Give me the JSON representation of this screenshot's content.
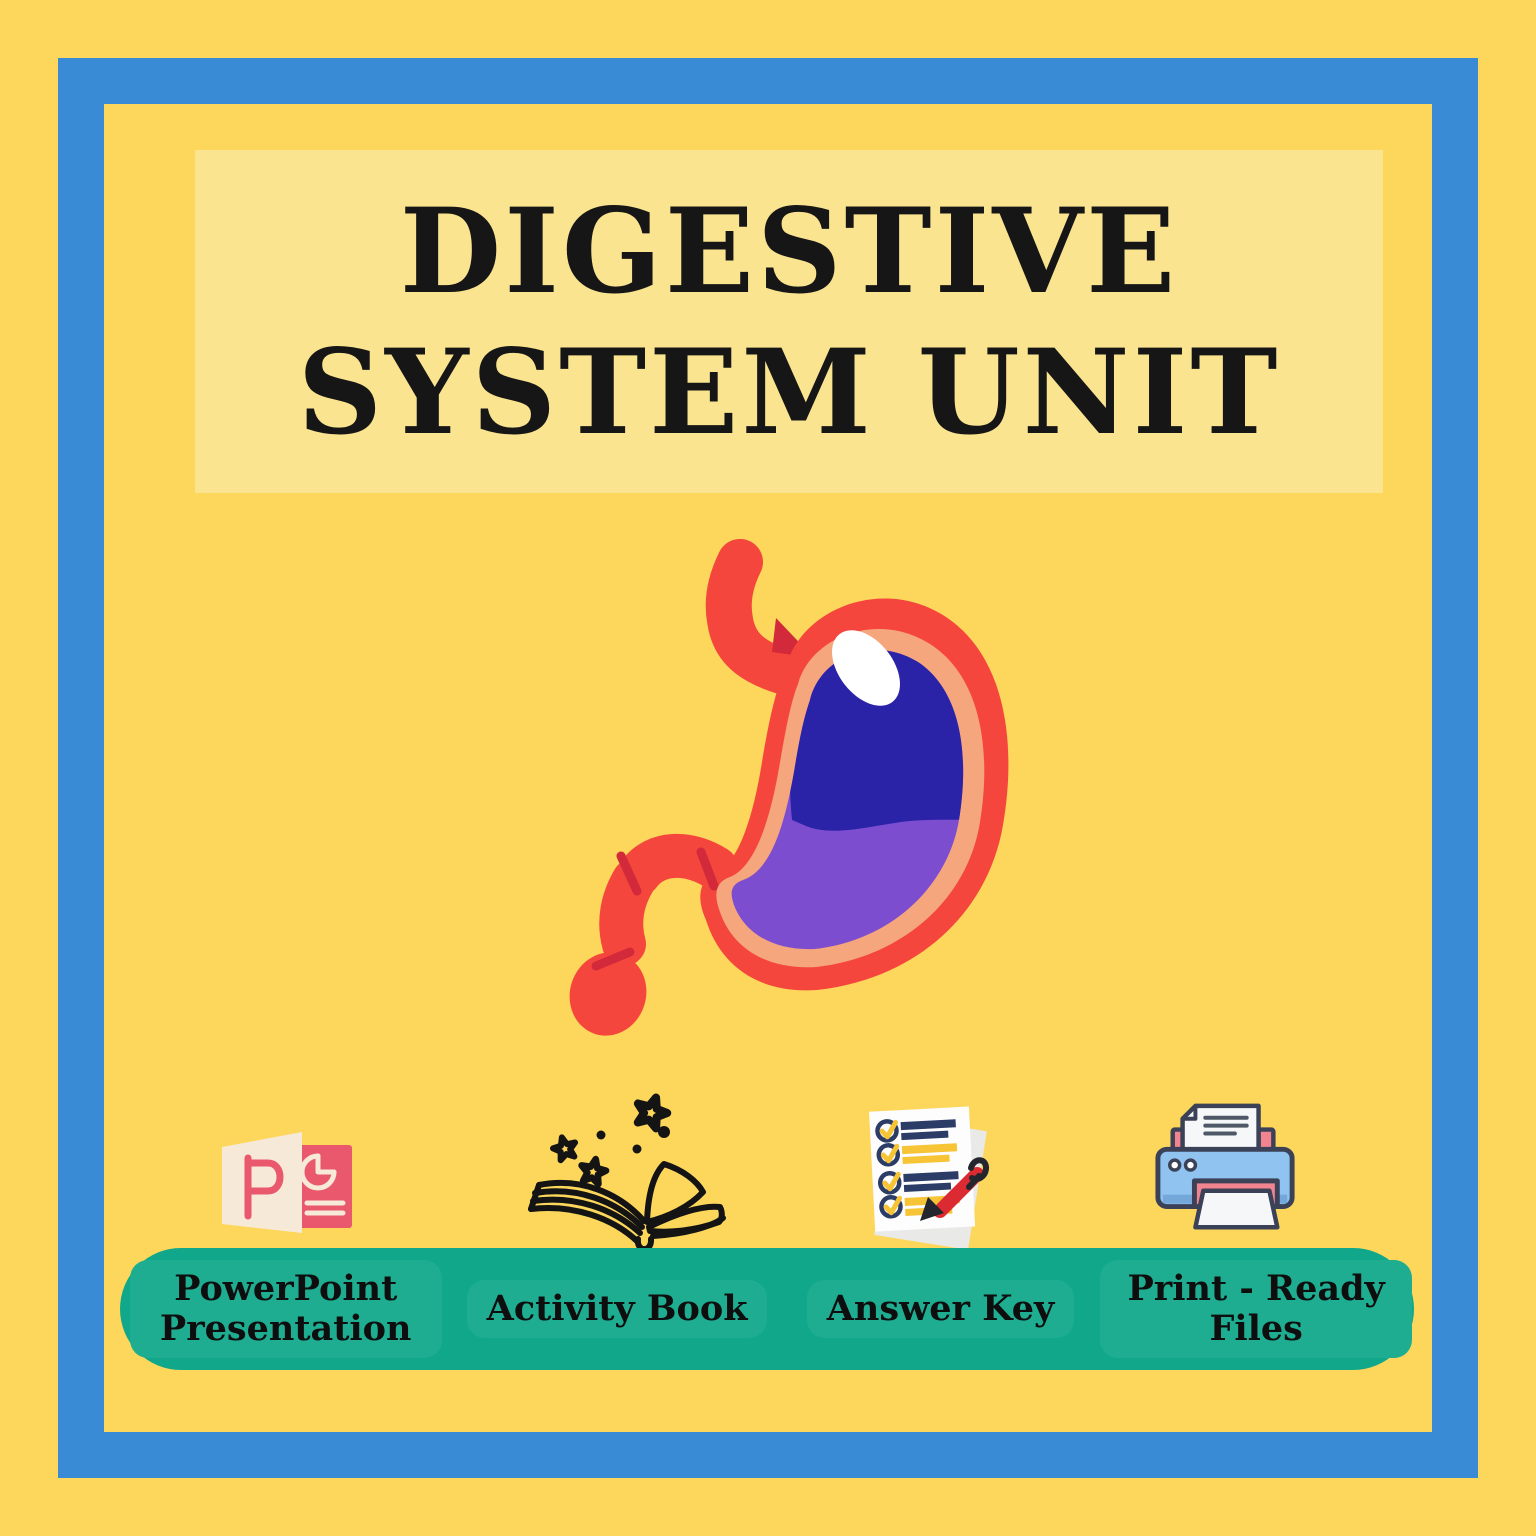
{
  "poster": {
    "title": {
      "line1": "DIGESTIVE",
      "line2": "SYSTEM UNIT"
    },
    "illustration": "stomach-anatomy",
    "features": [
      {
        "icon": "powerpoint-icon",
        "label": "PowerPoint Presentation"
      },
      {
        "icon": "activity-book-icon",
        "label": "Activity Book"
      },
      {
        "icon": "answer-key-icon",
        "label": "Answer Key"
      },
      {
        "icon": "printer-icon",
        "label": "Print - Ready Files"
      }
    ]
  },
  "colors": {
    "yellow": "#FDD75B",
    "banner_cream": "#FAE490",
    "frame_blue": "#3A8BD6",
    "green": "#10A78B",
    "green_light": "#1FAD92",
    "ink": "#161616",
    "stomach_red": "#F5463D",
    "stomach_dark_red": "#D2293B",
    "stomach_lining": "#F5A67C",
    "stomach_navy": "#2A23A8",
    "stomach_purple": "#7C4ECF",
    "ppt_red": "#E9586C",
    "ppt_cream": "#F6E9D8",
    "book_ink": "#141414",
    "paper_gray": "#E9E9E7",
    "paper_white": "#F6F7F9",
    "check_navy": "#2B3C66",
    "check_yellow": "#F6C434",
    "pen_red": "#DC2A32",
    "printer_outline": "#3B4156",
    "printer_blue": "#90C3EF",
    "printer_blue_dark": "#74A8DB",
    "printer_pink": "#F1848F",
    "printer_line": "#4F5866"
  }
}
